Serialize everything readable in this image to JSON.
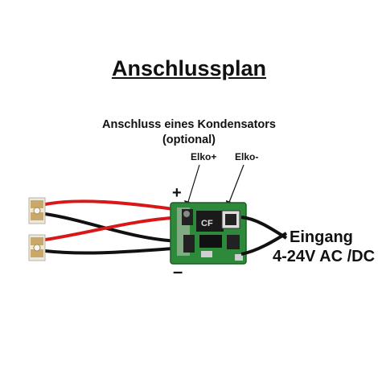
{
  "title": "Anschlussplan",
  "capacitor": {
    "line1": "Anschluss eines Kondensators",
    "line2": "(optional)",
    "plus_label": "Elko+",
    "minus_label": "Elko-"
  },
  "polarity": {
    "plus": "+",
    "minus": "–"
  },
  "input": {
    "line1": "Eingang",
    "line2": "4-24V AC /DC"
  },
  "chip_marking": "CF",
  "colors": {
    "pcb_green": "#2c8a3a",
    "wire_red": "#d81818",
    "wire_black": "#111111",
    "led_body": "#ece8dc",
    "led_chip": "#c9a86a"
  }
}
